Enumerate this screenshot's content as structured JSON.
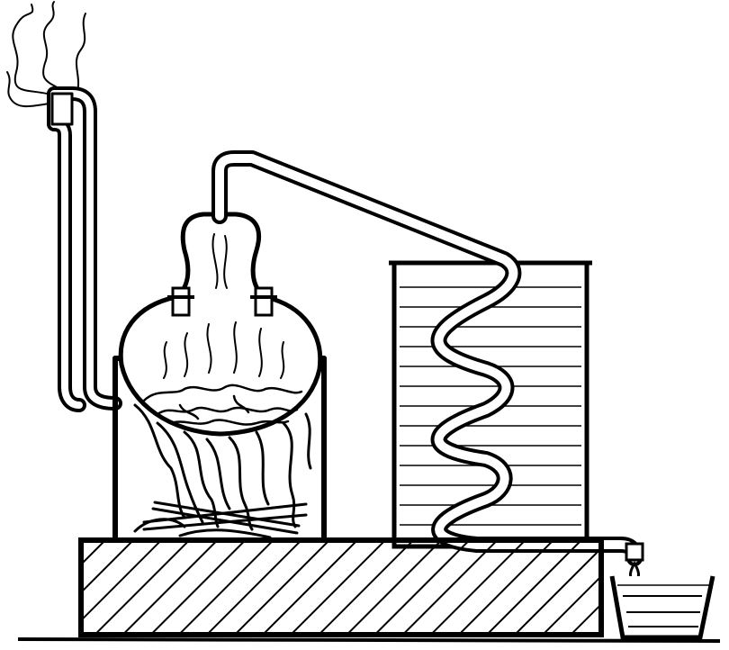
{
  "diagram": {
    "colors": {
      "ink": "#000000",
      "paper": "#ffffff"
    },
    "components": [
      "smoke",
      "chimney-pipe",
      "furnace-stand",
      "fire",
      "firewood",
      "boiling-liquid",
      "pot-still",
      "still-clamp",
      "vapor-lines",
      "lyne-arm-tube",
      "cooling-tank",
      "cooling-water",
      "condenser-coil",
      "outlet-spout",
      "distillate-drop",
      "collection-bucket",
      "brick-hearth",
      "ground-line"
    ]
  }
}
